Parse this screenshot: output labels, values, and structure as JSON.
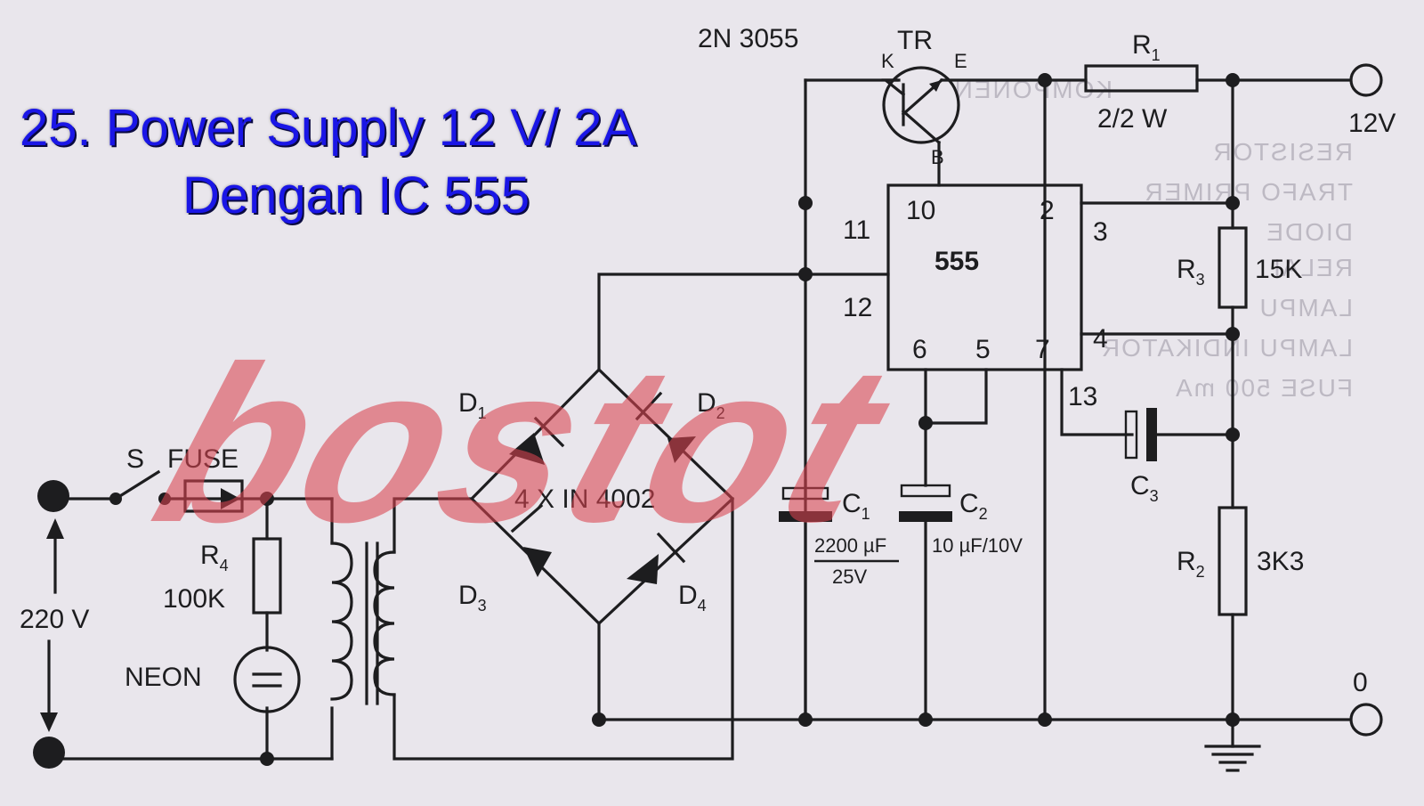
{
  "title": {
    "line1": "25. Power Supply 12 V/ 2A",
    "line2": "Dengan IC 555"
  },
  "watermark": {
    "text": "bostot",
    "color": "#d9434f"
  },
  "colors": {
    "title": "#1a16e6",
    "ink": "#1d1d1f",
    "paper": "#e9e6ec"
  },
  "transistor": {
    "part": "2N 3055",
    "name": "TR",
    "pin_k": "K",
    "pin_e": "E",
    "pin_b": "B"
  },
  "ic": {
    "label": "555",
    "pins": {
      "p10": "10",
      "p2": "2",
      "p11": "11",
      "p3": "3",
      "p12": "12",
      "p4": "4",
      "p6": "6",
      "p5": "5",
      "p7": "7",
      "p13": "13"
    }
  },
  "components": {
    "r1": {
      "name": "R",
      "sub": "1",
      "value": "2/2 W"
    },
    "r3": {
      "name": "R",
      "sub": "3",
      "value": "15K"
    },
    "r2": {
      "name": "R",
      "sub": "2",
      "value": "3K3"
    },
    "r4": {
      "name": "R",
      "sub": "4",
      "value": "100K"
    },
    "c1": {
      "name": "C",
      "sub": "1",
      "value_top": "2200 µF",
      "value_bottom": "25V"
    },
    "c2": {
      "name": "C",
      "sub": "2",
      "value": "10 µF/10V"
    },
    "c3": {
      "name": "C",
      "sub": "3"
    },
    "d1": {
      "name": "D",
      "sub": "1"
    },
    "d2": {
      "name": "D",
      "sub": "2"
    },
    "d3": {
      "name": "D",
      "sub": "3"
    },
    "d4": {
      "name": "D",
      "sub": "4"
    },
    "bridge_note": "4 X IN 4002",
    "switch": "S",
    "fuse": "FUSE",
    "neon": "NEON",
    "input_voltage": "220 V"
  },
  "terminals": {
    "out_pos": "12V",
    "out_neg": "0"
  }
}
